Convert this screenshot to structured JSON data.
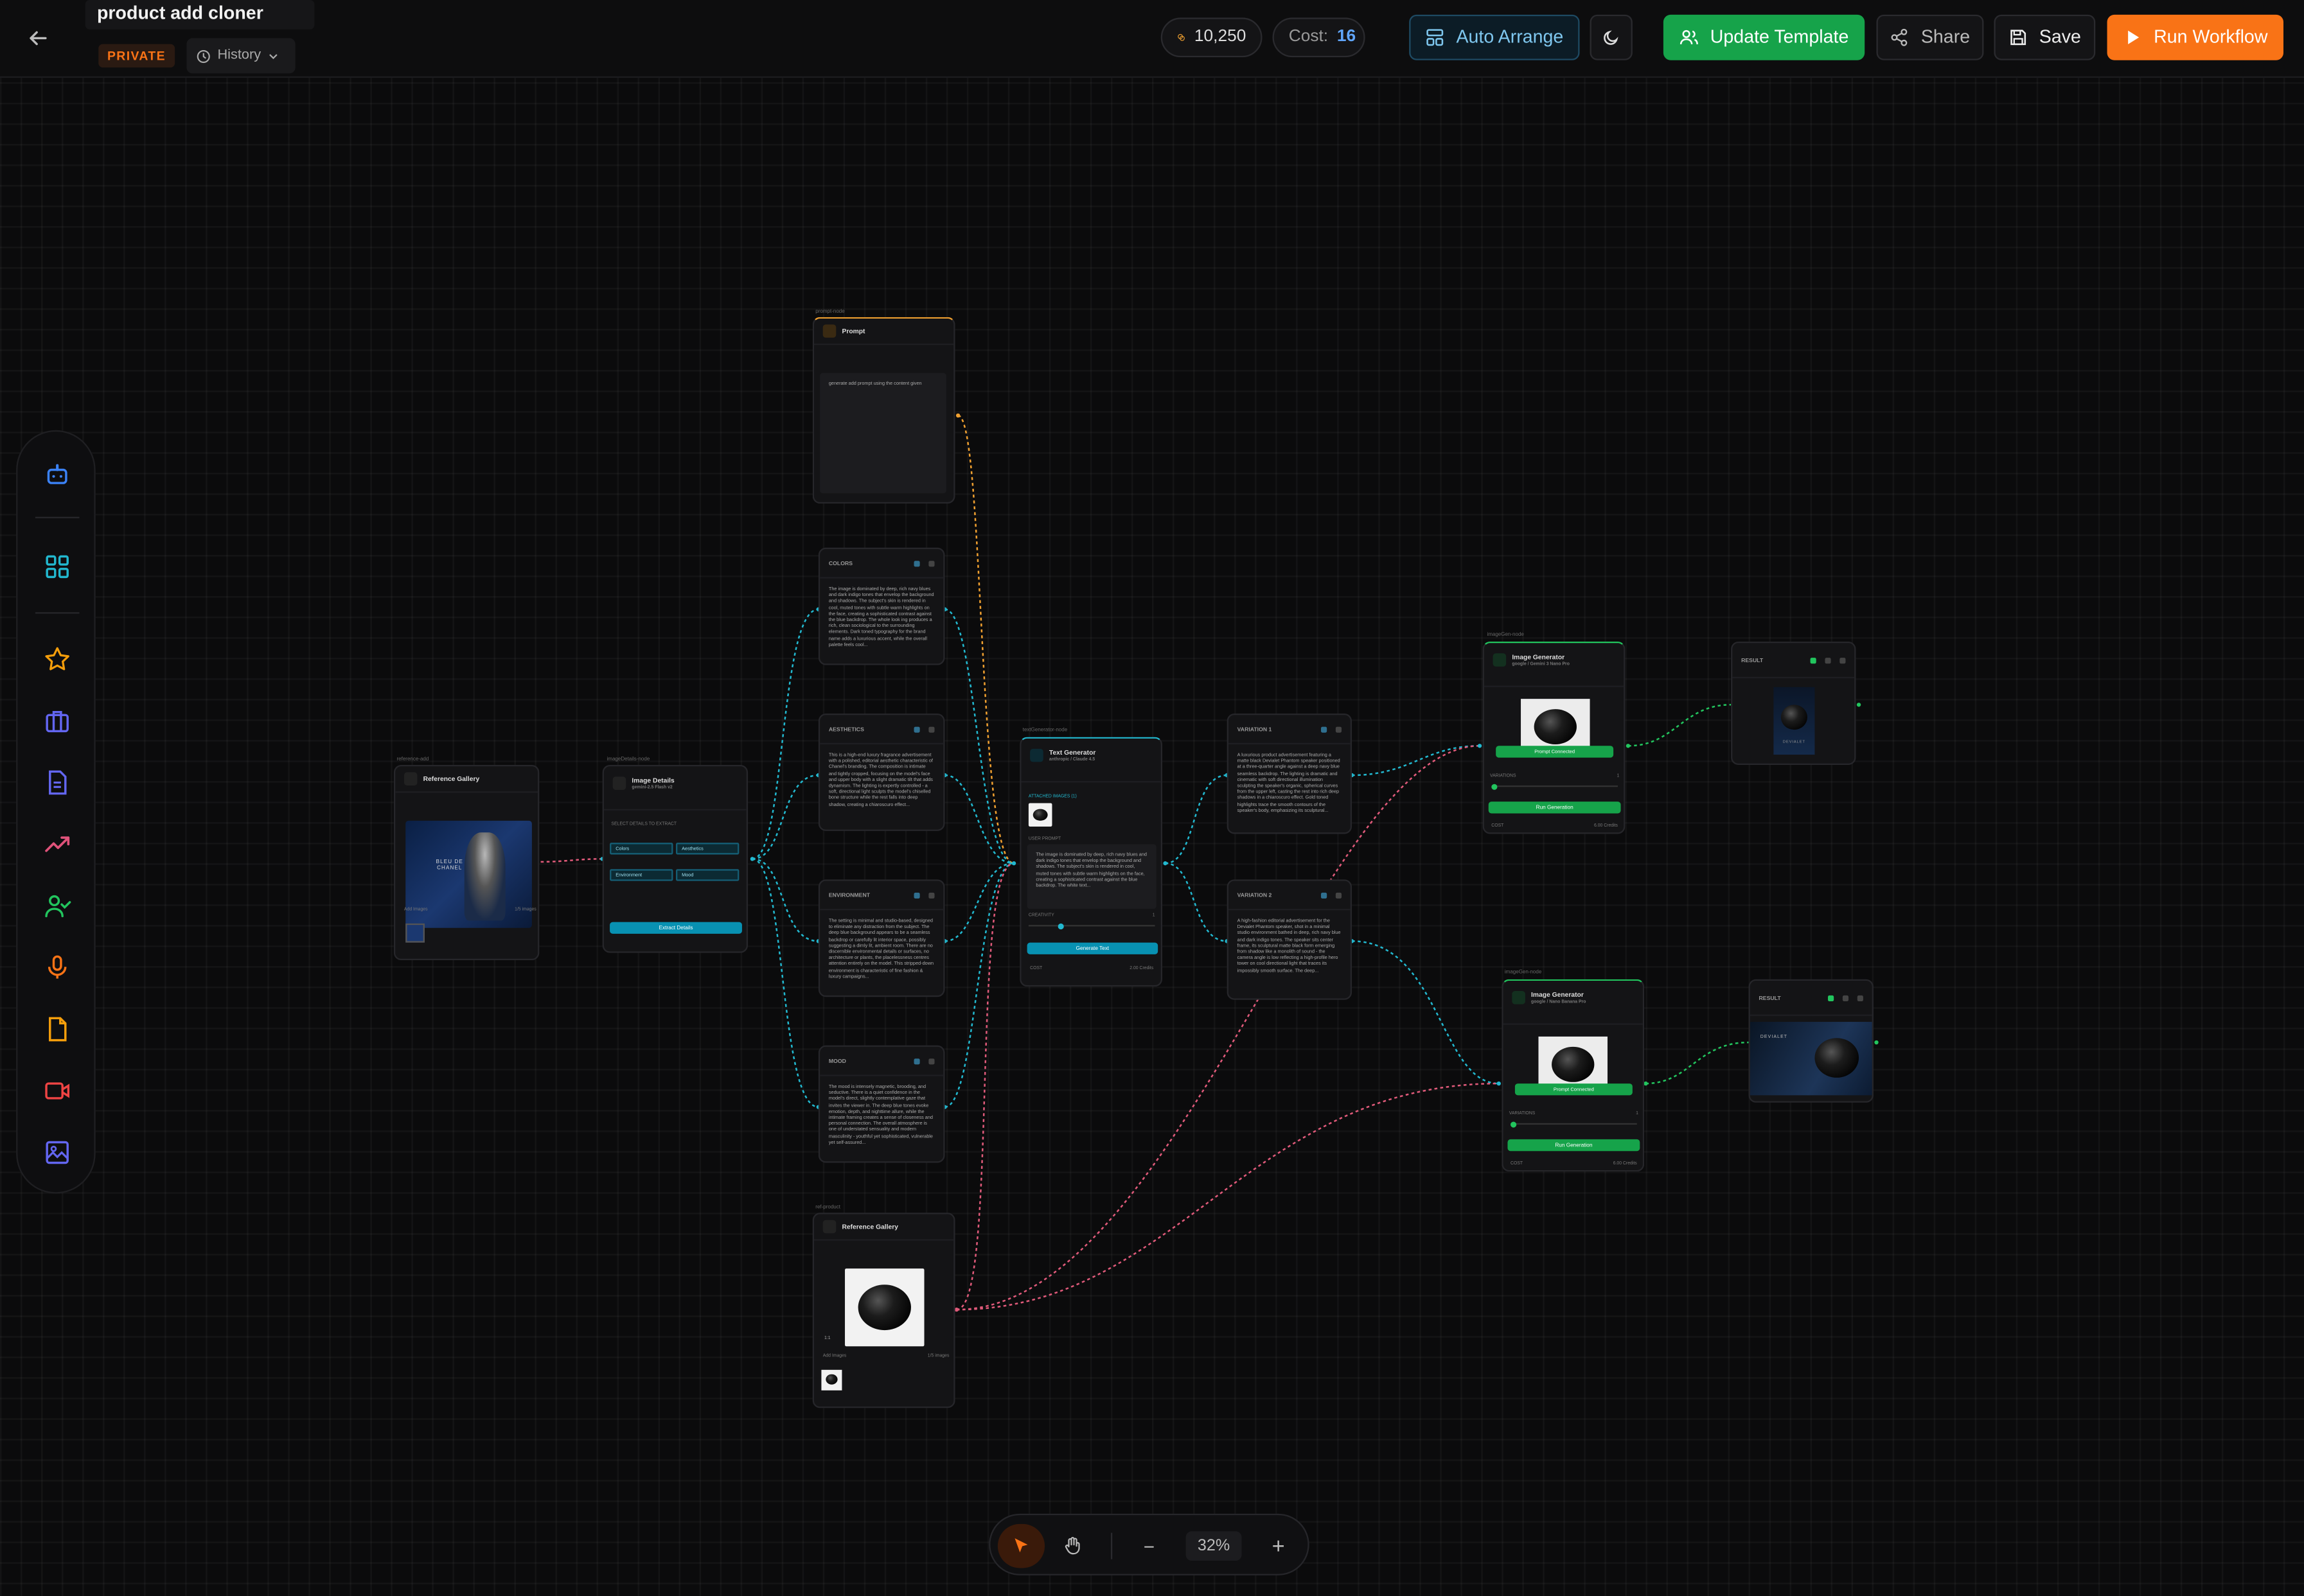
{
  "header": {
    "back_icon": "arrow-left-icon",
    "title": "product add cloner",
    "visibility": "PRIVATE",
    "history_label": "History",
    "credits": "10,250",
    "cost_label": "Cost:",
    "cost_value": "16",
    "auto_arrange_label": "Auto Arrange",
    "update_template_label": "Update Template",
    "share_label": "Share",
    "save_label": "Save",
    "run_label": "Run Workflow"
  },
  "sidebar": {
    "items": [
      "robot-icon",
      "grid-icon",
      "star-icon",
      "briefcase-icon",
      "document-icon",
      "trend-icon",
      "user-check-icon",
      "microphone-icon",
      "file-icon",
      "video-icon",
      "image-icon"
    ]
  },
  "nodes": {
    "ref1": {
      "caption": "reference-add",
      "title": "Reference Gallery",
      "add_images": "Add Images",
      "count": "1/5 images",
      "image_text": "BLEU DE CHANEL"
    },
    "details": {
      "caption": "imageDetails-node",
      "title": "Image Details",
      "subtitle": "gemini-2.5 Flash v2",
      "select_label": "SELECT DETAILS TO EXTRACT",
      "tags": [
        "Colors",
        "Aesthetics",
        "Environment",
        "Mood"
      ],
      "button": "Extract Details"
    },
    "prompt": {
      "caption": "prompt-node",
      "title": "Prompt",
      "text": "generate add prompt using the content given"
    },
    "colors": {
      "title": "COLORS",
      "text": "The image is dominated by deep, rich navy blues and dark indigo tones that envelop the background and shadows. The subject's skin is rendered in cool, muted tones with subtle warm highlights on the face, creating a sophisticated contrast against the blue backdrop. The whole look ing produces a rich, clean sociological to the surrounding elements. Dark toned typography for the brand name adds a luxurious accent, while the overall palette feels cool..."
    },
    "aesthetics": {
      "title": "AESTHETICS",
      "text": "This is a high-end luxury fragrance advertisement with a polished, editorial aesthetic characteristic of Chanel's branding. The composition is intimate and tightly cropped, focusing on the model's face and upper body with a slight dramatic tilt that adds dynamism. The lighting is expertly controlled - a soft, directional light sculpts the model's chiselled bone structure while the rest falls into deep shadow, creating a chiaroscuro effect..."
    },
    "environment": {
      "title": "ENVIRONMENT",
      "text": "The setting is minimal and studio-based, designed to eliminate any distraction from the subject. The deep blue background appears to be a seamless backdrop or carefully lit interior space, possibly suggesting a dimly lit, ambient room. There are no discernible environmental details or surfaces, no architecture or plants, the placelessness centres attention entirely on the model. This stripped-down environment is characteristic of fine fashion & luxury campaigns..."
    },
    "mood": {
      "title": "MOOD",
      "text": "The mood is intensely magnetic, brooding, and seductive. There is a quiet confidence in the model's direct, slightly contemplative gaze that invites the viewer in. The deep blue tones evoke emotion, depth, and nighttime allure, while the intimate framing creates a sense of closeness and personal connection. The overall atmosphere is one of understated sensuality and modern masculinity - youthful yet sophisticated, vulnerable yet self-assured..."
    },
    "textgen": {
      "caption": "textGenerator-node",
      "title": "Text Generator",
      "subtitle": "anthropic / Claude 4.5",
      "attached": "ATTACHED IMAGES (1)",
      "prompt_label": "USER PROMPT",
      "prompt": "The image is dominated by deep, rich navy blues and dark indigo tones that envelop the background and shadows. The subject's skin is rendered in cool, muted tones with subtle warm highlights on the face, creating a sophisticated contrast against the blue backdrop. The white text...",
      "slider_label": "CREATIVITY",
      "slider_value": "1",
      "button": "Generate Text",
      "cost_label": "COST",
      "cost_value": "2.00 Credits"
    },
    "variation1": {
      "title": "VARIATION 1",
      "text": "A luxurious product advertisement featuring a matte black Devialet Phantom speaker positioned at a three-quarter angle against a deep navy blue seamless backdrop. The lighting is dramatic and cinematic with soft directional illumination sculpting the speaker's organic, spherical curves from the upper left, casting the rest into rich deep shadows in a chiaroscuro effect. Gold toned highlights trace the smooth contours of the speaker's body, emphasizing its sculptural..."
    },
    "variation2": {
      "title": "VARIATION 2",
      "text": "A high-fashion editorial advertisement for the Devialet Phantom speaker, shot in a minimal studio environment bathed in deep, rich navy blue and dark indigo tones. The speaker sits center frame, its sculptural matte black form emerging from shadow like a monolith of sound - the camera angle is low reflecting a high-profile hero tower on cool directional light that traces its impossibly smooth surface. The deep..."
    },
    "ref2": {
      "caption": "ref-product",
      "title": "Reference Gallery",
      "add_images": "Add Images",
      "count": "1/5 images",
      "ratio": "1:1"
    },
    "imggen1": {
      "caption": "imageGen-node",
      "title": "Image Generator",
      "subtitle": "google / Gemini 3 Nano Pro",
      "connected": "Prompt Connected",
      "slider_label": "VARIATIONS",
      "slider_value": "1",
      "button": "Run Generation",
      "cost_label": "COST",
      "cost_value": "6.00 Credits"
    },
    "imggen2": {
      "caption": "imageGen-node",
      "title": "Image Generator",
      "subtitle": "google / Nano Banana Pro",
      "connected": "Prompt Connected",
      "slider_label": "VARIATIONS",
      "slider_value": "1",
      "button": "Run Generation",
      "cost_label": "COST",
      "cost_value": "6.00 Credits"
    },
    "result1": {
      "title": "RESULT",
      "brand": "DEVIALET"
    },
    "result2": {
      "title": "RESULT",
      "brand": "DEVIALET"
    }
  },
  "toolbar": {
    "select_icon": "cursor-icon",
    "hand_icon": "hand-icon",
    "zoom_out": "−",
    "zoom": "32%",
    "zoom_in": "+"
  },
  "colors": {
    "accent_orange": "#f97316",
    "accent_green": "#16a34a",
    "accent_teal": "#0891b2",
    "edge_cyan": "#22b8cf",
    "edge_pink": "#e05a7a",
    "edge_orange": "#f0a030",
    "edge_green": "#22c55e"
  }
}
